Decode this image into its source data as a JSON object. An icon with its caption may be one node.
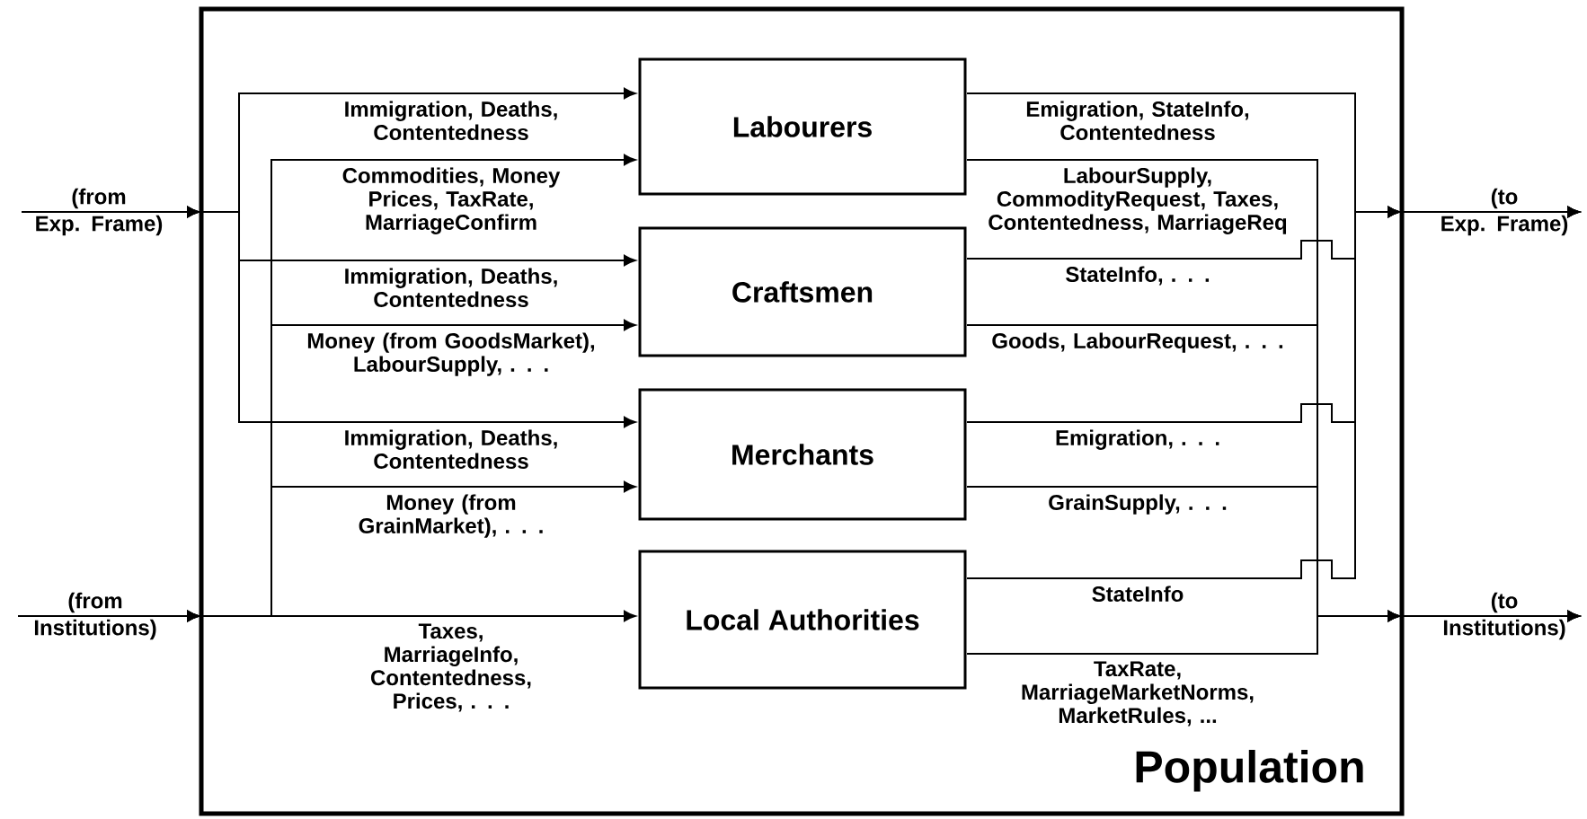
{
  "diagram": {
    "nodes": [
      {
        "text": [
          "Population"
        ]
      },
      {
        "text": [
          "Labourers"
        ],
        "in": 0
      },
      {
        "text": [
          "Craftsmen"
        ],
        "in": 0
      },
      {
        "text": [
          "Merchants"
        ],
        "in": 0
      },
      {
        "text": [
          "Local Authorities"
        ],
        "in": 0
      },
      {
        "text": [
          "(from Exp. Frame)"
        ]
      },
      {
        "text": [
          "(from Institutions)"
        ]
      },
      {
        "text": [
          "(to Exp. Frame)"
        ]
      },
      {
        "text": [
          "(to Institutions)"
        ]
      }
    ],
    "edges": [
      {
        "from": 5,
        "to": 1,
        "arrow": "to",
        "label": "Immigration, Deaths, Contentedness"
      },
      {
        "from": 6,
        "to": 1,
        "arrow": "to",
        "label": "Commodities, Money Prices, TaxRate, MarriageConfirm"
      },
      {
        "from": 5,
        "to": 2,
        "arrow": "to",
        "label": "Immigration, Deaths, Contentedness"
      },
      {
        "from": 6,
        "to": 2,
        "arrow": "to",
        "label": "Money (from GoodsMarket), LabourSupply, . . ."
      },
      {
        "from": 5,
        "to": 3,
        "arrow": "to",
        "label": "Immigration, Deaths, Contentedness"
      },
      {
        "from": 6,
        "to": 3,
        "arrow": "to",
        "label": "Money (from GrainMarket), . . ."
      },
      {
        "from": 6,
        "to": 4,
        "arrow": "to",
        "label": "Taxes, MarriageInfo, Contentedness, Prices, . . ."
      },
      {
        "from": 1,
        "to": 7,
        "arrow": "to",
        "label": "Emigration, StateInfo, Contentedness"
      },
      {
        "from": 1,
        "to": 8,
        "arrow": "to",
        "label": "LabourSupply, CommodityRequest, Taxes, Contentedness, MarriageReq"
      },
      {
        "from": 2,
        "to": 7,
        "arrow": "to",
        "label": "StateInfo, . . ."
      },
      {
        "from": 2,
        "to": 8,
        "arrow": "to",
        "label": "Goods, LabourRequest, . . ."
      },
      {
        "from": 3,
        "to": 7,
        "arrow": "to",
        "label": "Emigration, . . ."
      },
      {
        "from": 3,
        "to": 8,
        "arrow": "to",
        "label": "GrainSupply, . . ."
      },
      {
        "from": 4,
        "to": 7,
        "arrow": "to",
        "label": "StateInfo"
      },
      {
        "from": 4,
        "to": 8,
        "arrow": "to",
        "label": "TaxRate, MarriageMarketNorms, MarketRules, ..."
      }
    ]
  }
}
